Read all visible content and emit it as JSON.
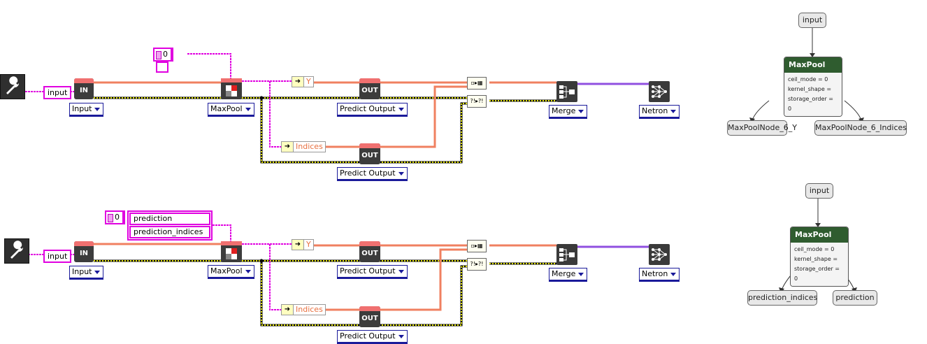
{
  "diagrams": [
    {
      "input_label": "input",
      "node_in": "IN",
      "input_select": "Input",
      "constant_value": "0",
      "output_names": [],
      "maxpool_select": "MaxPool",
      "term_y": "Y",
      "term_indices": "Indices",
      "out_label": "OUT",
      "predict_select_1": "Predict Output",
      "predict_select_2": "Predict Output",
      "merge_select": "Merge",
      "netron_select": "Netron"
    },
    {
      "input_label": "input",
      "node_in": "IN",
      "input_select": "Input",
      "constant_value": "0",
      "output_names": [
        "prediction",
        "prediction_indices"
      ],
      "maxpool_select": "MaxPool",
      "term_y": "Y",
      "term_indices": "Indices",
      "out_label": "OUT",
      "predict_select_1": "Predict Output",
      "predict_select_2": "Predict Output",
      "merge_select": "Merge",
      "netron_select": "Netron"
    }
  ],
  "graphs": [
    {
      "input": "input",
      "op": "MaxPool",
      "attrs": [
        "ceil_mode = 0",
        "kernel_shape =",
        "storage_order = 0"
      ],
      "outputs": [
        "MaxPoolNode_6_Y",
        "MaxPoolNode_6_Indices"
      ]
    },
    {
      "input": "input",
      "op": "MaxPool",
      "attrs": [
        "ceil_mode = 0",
        "kernel_shape =",
        "storage_order = 0"
      ],
      "outputs": [
        "prediction_indices",
        "prediction"
      ]
    }
  ],
  "colors": {
    "orange_wire": "#f08060",
    "pink_wire": "#e000e0",
    "purple_wire": "#9050e0",
    "yellow_wire": "#e0e000",
    "op_header": "#2f5c2f"
  }
}
